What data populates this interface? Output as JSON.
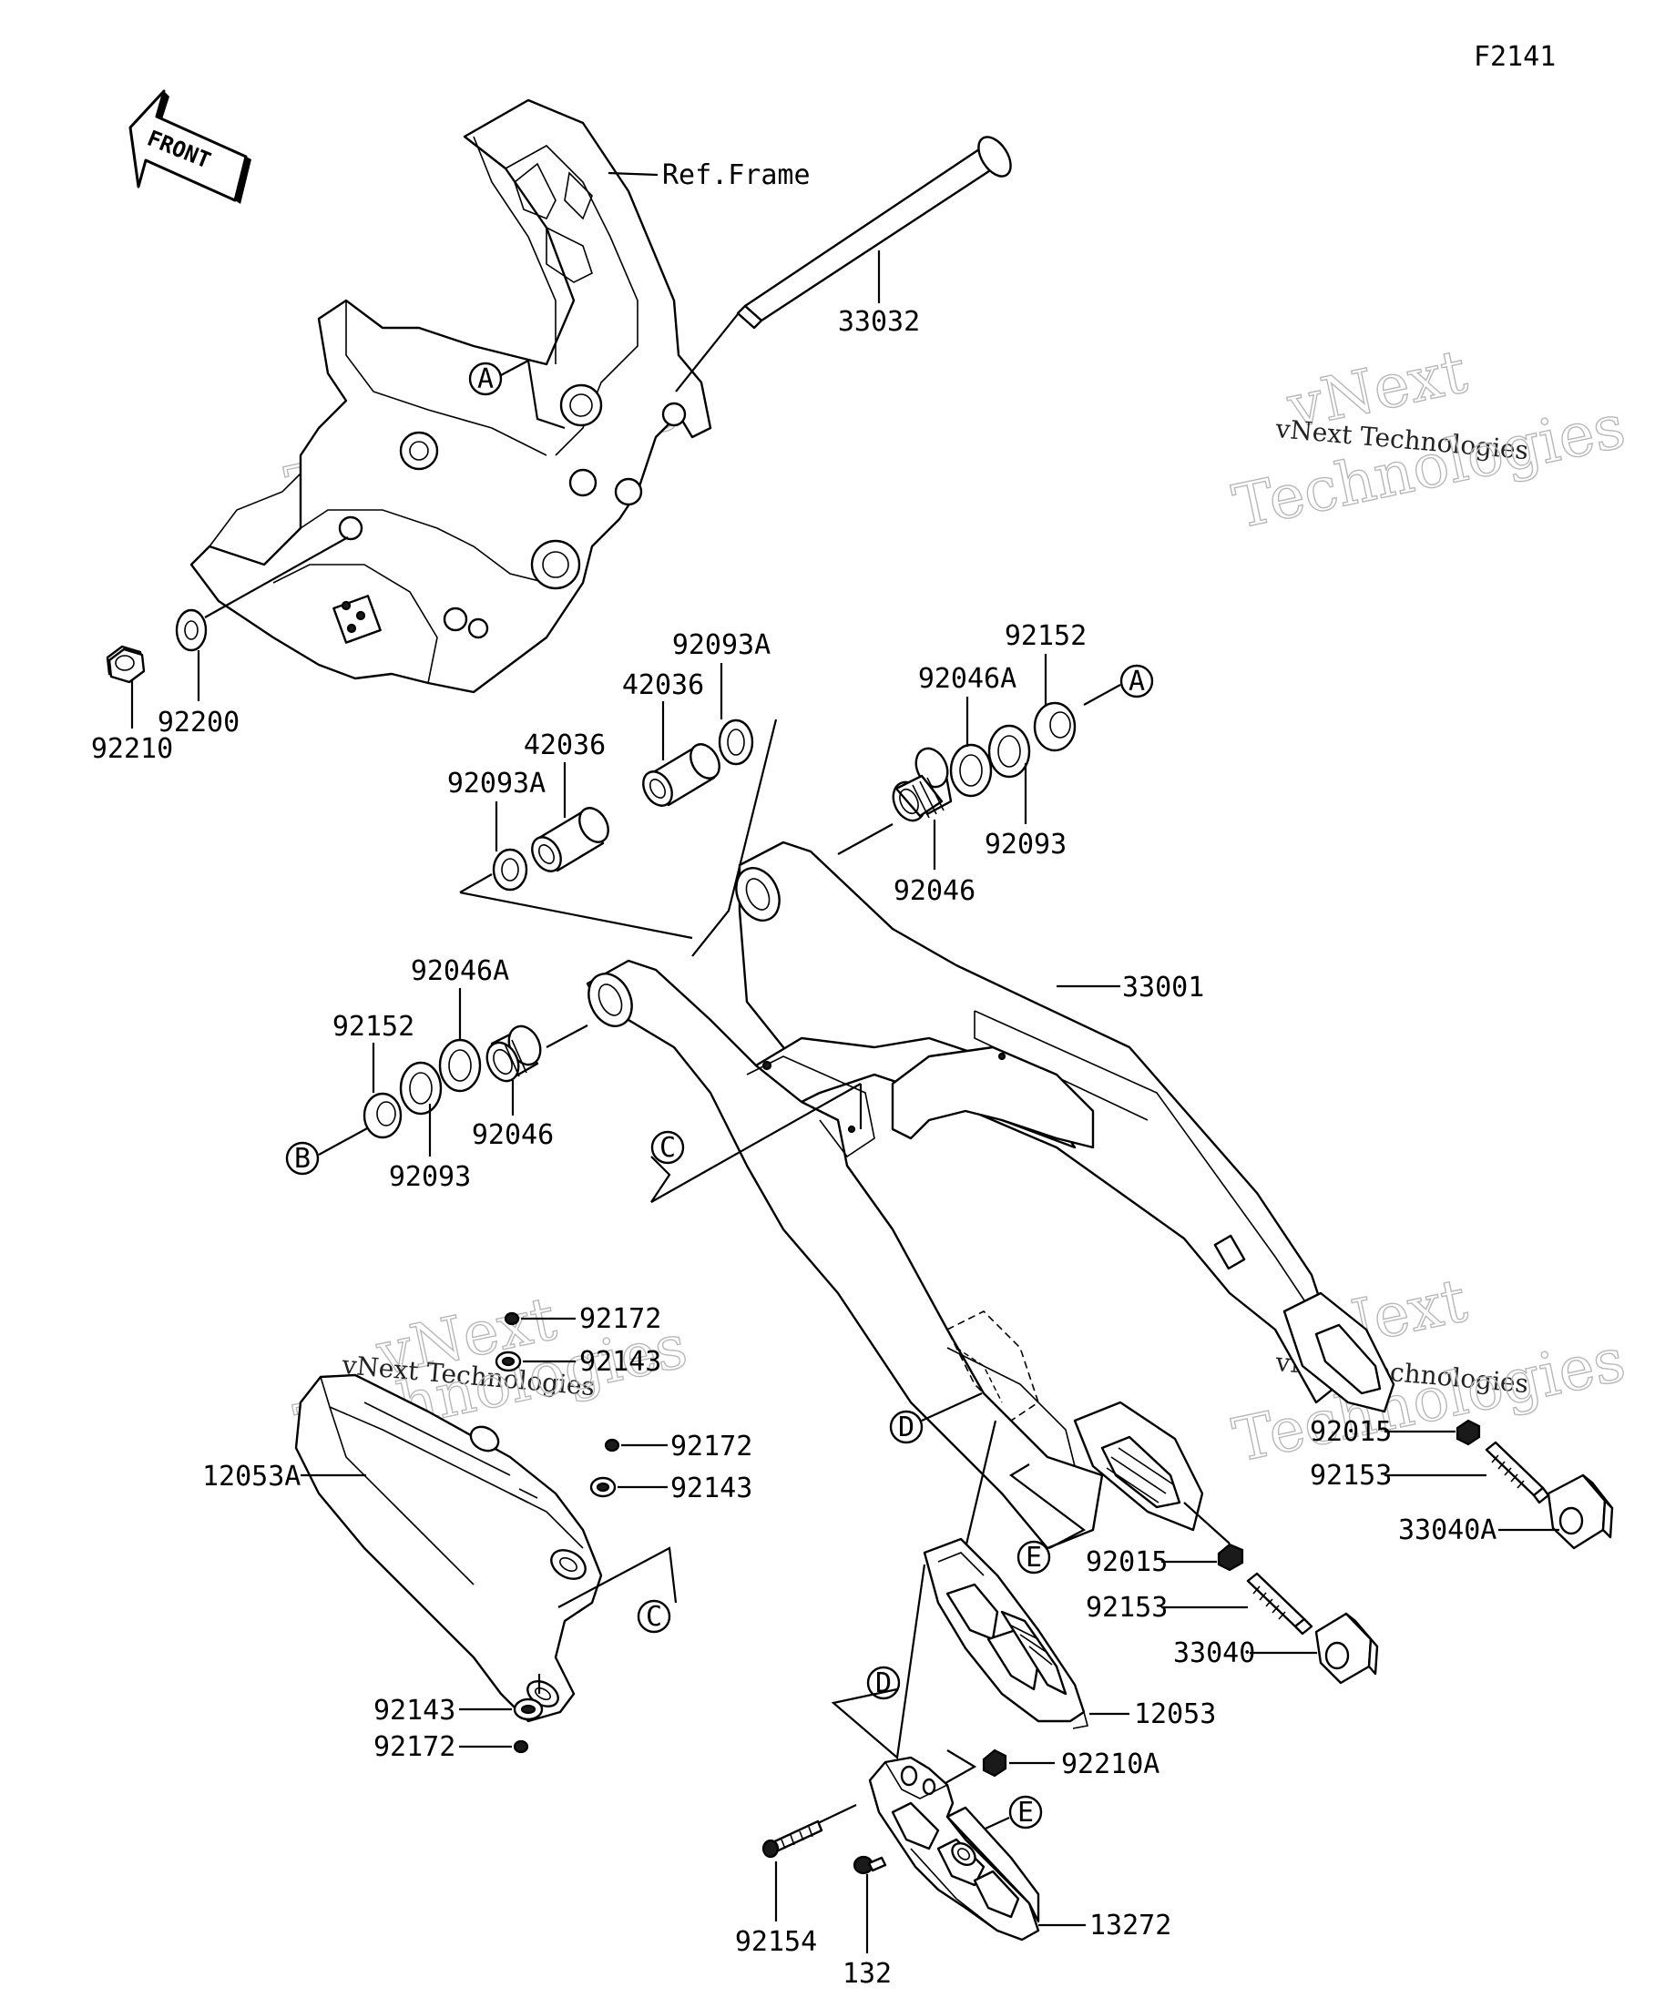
{
  "figure_code": "F2141",
  "front_arrow_label": "FRONT",
  "frame_label": "Ref.Frame",
  "callouts": {
    "c33032": "33032",
    "c92210": "92210",
    "c92200": "92200",
    "c92093A_top": "92093A",
    "c42036_top": "42036",
    "c42036_mid": "42036",
    "c92093A_left": "92093A",
    "c92046A_top": "92046A",
    "c92152_top": "92152",
    "c92093_top": "92093",
    "c92046_top": "92046",
    "c33001": "33001",
    "c92046A_left": "92046A",
    "c92152_left": "92152",
    "c92093_left": "92093",
    "c92046_left": "92046",
    "c92172_a": "92172",
    "c92143_a": "92143",
    "c92172_b": "92172",
    "c92143_b": "92143",
    "c12053A": "12053A",
    "c92143_c": "92143",
    "c92172_c": "92172",
    "c92015_r": "92015",
    "c92153_r": "92153",
    "c33040A": "33040A",
    "c92015_c": "92015",
    "c92153_c": "92153",
    "c33040": "33040",
    "c12053": "12053",
    "c92210A": "92210A",
    "c13272": "13272",
    "c92154": "92154",
    "c132": "132"
  },
  "ref_markers": {
    "A1": "A",
    "A2": "A",
    "B": "B",
    "C1": "C",
    "C2": "C",
    "D1": "D",
    "D2": "D",
    "E1": "E",
    "E2": "E"
  },
  "watermark": {
    "line1": "vNext",
    "line2": "vNext Technologies",
    "line3": "Technologies"
  }
}
